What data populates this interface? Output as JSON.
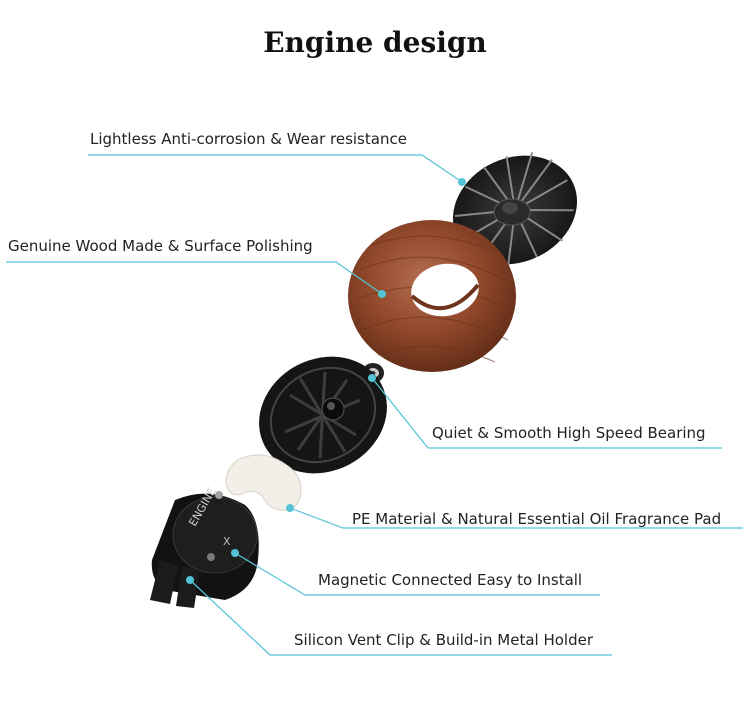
{
  "title": "Engine design",
  "accent_color": "#55c3d6",
  "labels": {
    "fan": "Lightless Anti-corrosion & Wear resistance",
    "wood": "Genuine Wood Made & Surface Polishing",
    "bearing": "Quiet & Smooth High Speed Bearing",
    "pad": "PE Material & Natural Essential Oil Fragrance Pad",
    "magnet": "Magnetic Connected Easy to Install",
    "clip": "Silicon Vent Clip & Build-in Metal Holder"
  },
  "logo": {
    "brand": "ENGINE",
    "mark": "X"
  }
}
